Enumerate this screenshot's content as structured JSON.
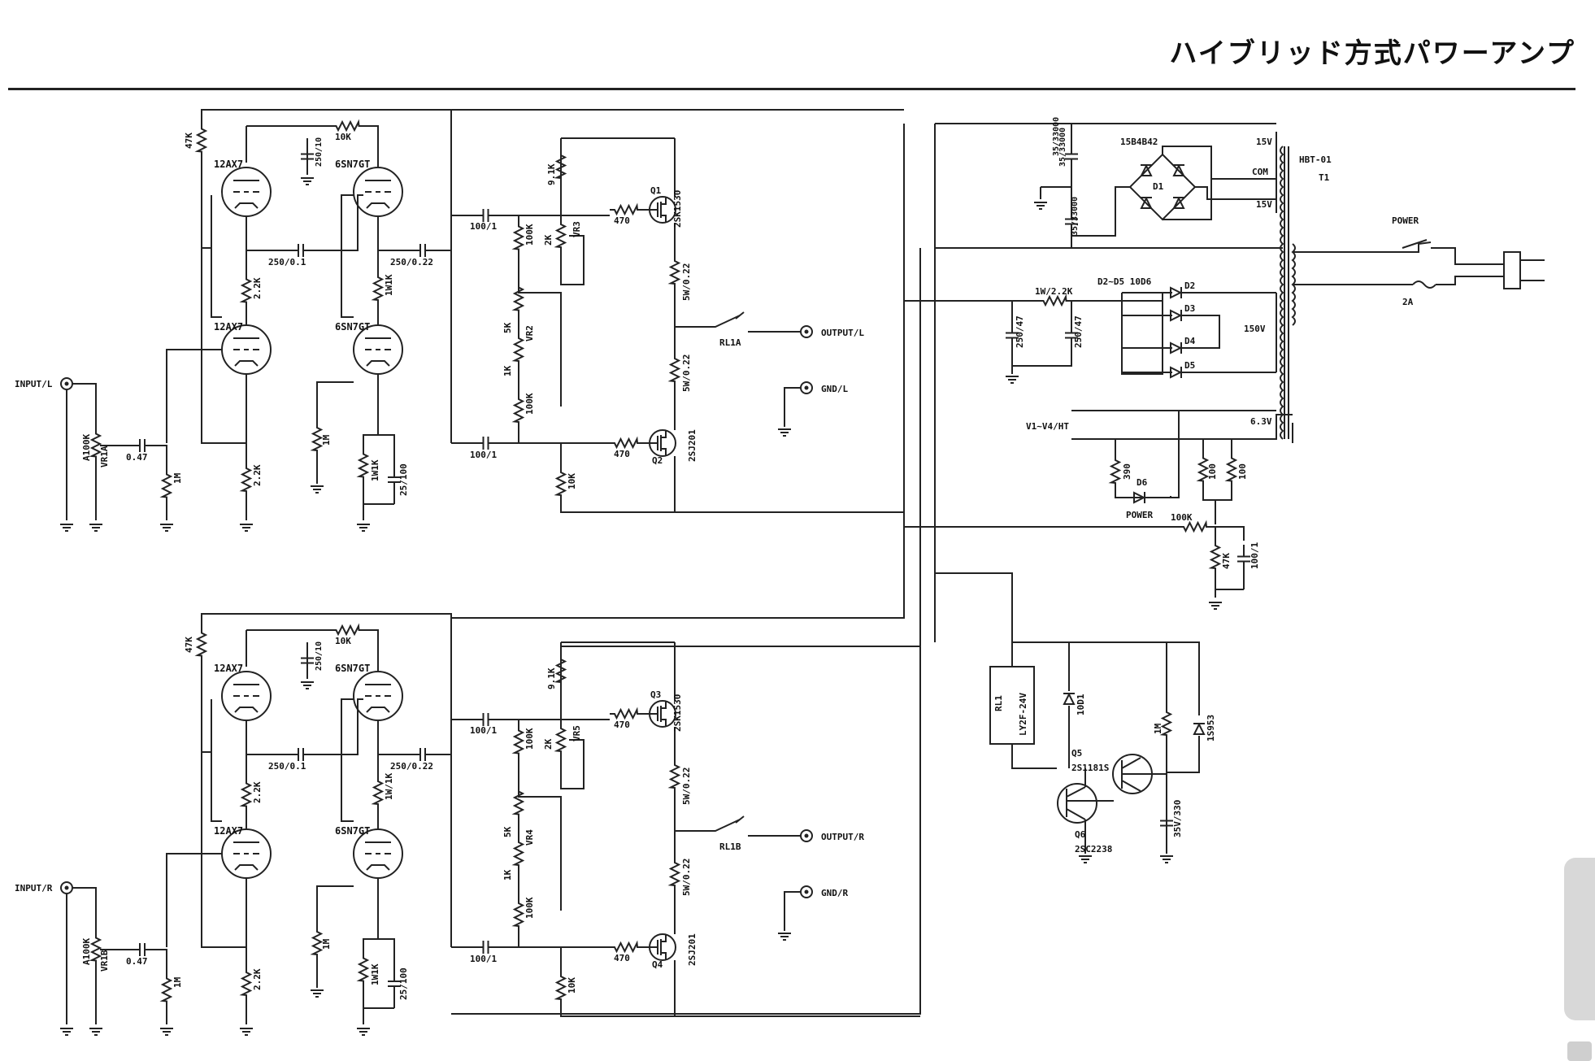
{
  "header": {
    "title": "ハイブリッド方式パワーアンプ"
  },
  "inputs": {
    "left": "INPUT/L",
    "right": "INPUT/R"
  },
  "outputs": {
    "out_l": "OUTPUT/L",
    "gnd_l": "GND/L",
    "out_r": "OUTPUT/R",
    "gnd_r": "GND/R"
  },
  "tubes": {
    "t12ax7": "12AX7",
    "t6sn7": "6SN7GT"
  },
  "channel_left": {
    "r47k": "47K",
    "r10k": "10K",
    "c250_10": "250/10",
    "c250_01": "250/0.1",
    "c250_022": "250/0.22",
    "r22k_a": "2.2K",
    "r1w1k_a": "1W1K",
    "r22k_b": "2.2K",
    "r1m_a": "1M",
    "r1w1k_b": "1W1K",
    "c25_100": "25/100",
    "va100k": "A100K",
    "vr1": "VR1A",
    "c047": "0.47",
    "r1m_in": "1M",
    "c100_1a": "100/1",
    "c100_1b": "100/1",
    "r100k_a": "100K",
    "r100k_b": "100K",
    "r91k": "9.1K",
    "vr3_val": "2K",
    "vr3": "VR3",
    "vr2_val": "5K",
    "vr2": "VR2",
    "r1k": "1K",
    "r10k_b": "10K",
    "r470a": "470",
    "r470b": "470",
    "q1": "Q1",
    "q1_type": "2SK1530",
    "q2": "Q2",
    "q2_type": "2SJ201",
    "r5w_a": "5W/0.22",
    "r5w_b": "5W/0.22",
    "relay": "RL1A"
  },
  "channel_right": {
    "r47k": "47K",
    "r10k": "10K",
    "c250_10": "250/10",
    "c250_01": "250/0.1",
    "c250_022": "250/0.22",
    "r22k_a": "2.2K",
    "r1w1k_a": "1W/1K",
    "r22k_b": "2.2K",
    "r1m_a": "1M",
    "r1w1k_b": "1W1K",
    "c25_100": "25/100",
    "va100k": "A100K",
    "vr1": "VR1B",
    "c047": "0.47",
    "r1m_in": "1M",
    "c100_1a": "100/1",
    "c100_1b": "100/1",
    "r100k_a": "100K",
    "r100k_b": "100K",
    "r91k": "9.1K",
    "vr5_val": "2K",
    "vr5": "VR5",
    "vr4_val": "5K",
    "vr4": "VR4",
    "r1k": "1K",
    "r10k_b": "10K",
    "r470a": "470",
    "r470b": "470",
    "q3": "Q3",
    "q3_type": "2SK1530",
    "q4": "Q4",
    "q4_type": "2SJ201",
    "r5w_a": "5W/0.22",
    "r5w_b": "5W/0.22",
    "relay": "RL1B"
  },
  "power_supply": {
    "bridge": "15B4B42",
    "d1": "D1",
    "cap_a": "35/33000",
    "cap_b": "35/33000",
    "v15a": "15V",
    "com": "COM",
    "v15b": "15V",
    "transformer": "HBT-01",
    "t1": "T1",
    "power_switch": "POWER",
    "fuse": "2A",
    "r1w22k": "1W/2.2K",
    "diodes_label": "D2~D5 10D6",
    "d2": "D2",
    "d3": "D3",
    "d4": "D4",
    "d5": "D5",
    "cap_c": "250/47",
    "cap_d": "250/47",
    "v150": "150V",
    "heater_label": "V1~V4/HT",
    "v63": "6.3V",
    "r390": "390",
    "d6": "D6",
    "led_label": "POWER",
    "r100a": "100",
    "r100b": "100",
    "r100k": "100K",
    "r47k": "47K",
    "c100_1": "100/1"
  },
  "protection": {
    "relay": "RL1",
    "relay_type": "LY2F-24V",
    "d_10d1": "10D1",
    "r1m": "1M",
    "d_1s953": "1S953",
    "q5": "Q5",
    "q5_type": "2S1181S",
    "q6": "Q6",
    "q6_type": "2SC2238",
    "c35_330": "35V/330"
  }
}
